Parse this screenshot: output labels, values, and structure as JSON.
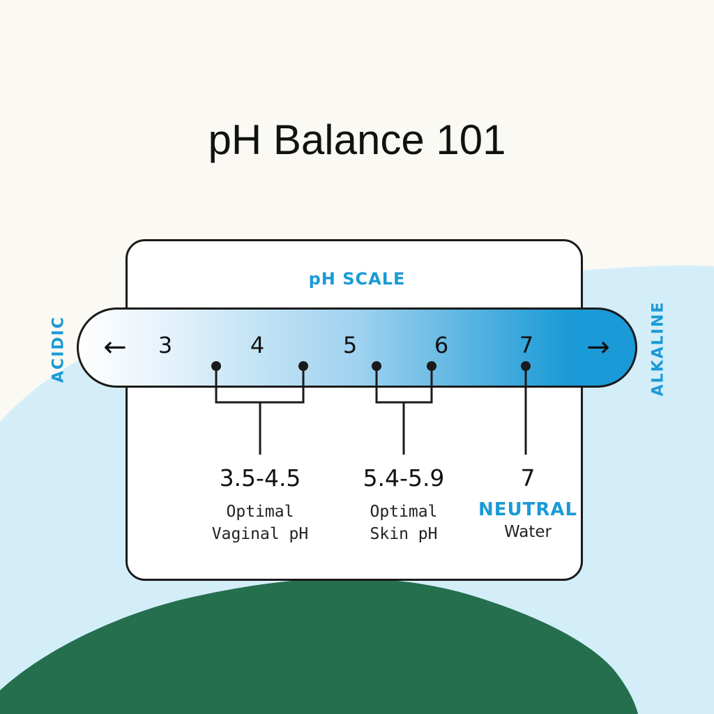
{
  "title": "pH Balance 101",
  "scale_label": "pH SCALE",
  "left_label": "ACIDIC",
  "right_label": "ALKALINE",
  "ticks": [
    "3",
    "4",
    "5",
    "6",
    "7"
  ],
  "ranges": [
    {
      "value": "3.5-4.5",
      "line1": "Optimal",
      "line2": "Vaginal pH"
    },
    {
      "value": "5.4-5.9",
      "line1": "Optimal",
      "line2": "Skin pH"
    },
    {
      "value": "7",
      "highlight": "NEUTRAL",
      "line2": "Water"
    }
  ],
  "colors": {
    "background": "#fbf9f3",
    "light_blue": "#d3eef9",
    "green": "#256f4f",
    "accent": "#1a9ad6",
    "gradient_start": "#ffffff",
    "gradient_end": "#1a9ad6",
    "ink": "#1a1a1a"
  },
  "icons": [
    "arrow-left-icon",
    "arrow-right-icon"
  ]
}
